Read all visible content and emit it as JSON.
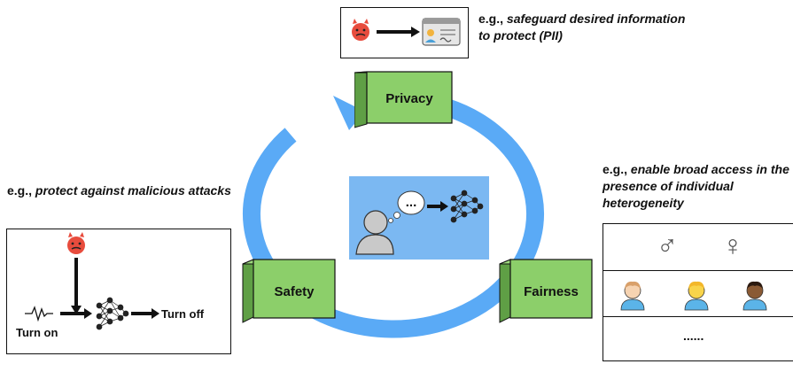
{
  "pillars": {
    "privacy": "Privacy",
    "safety": "Safety",
    "fairness": "Fairness"
  },
  "captions": {
    "privacy_prefix": "e.g., ",
    "privacy_text": "safeguard desired information to protect (PII)",
    "safety_prefix": "e.g., ",
    "safety_text": "protect against malicious attacks",
    "fairness_prefix": "e.g., ",
    "fairness_text": "enable broad access in the presence of individual heterogeneity"
  },
  "safety_panel": {
    "turn_on": "Turn on",
    "turn_off": "Turn off"
  },
  "fairness_panel": {
    "male_symbol": "♂",
    "female_symbol": "♀",
    "ellipsis": "......"
  },
  "center_panel": {
    "thought_text": "..."
  },
  "colors": {
    "ring": "#5aaaf6",
    "block_front": "#8ccf6a",
    "block_side": "#5f9f45",
    "center_bg": "#7bb8f2",
    "devil": "#e84c3d"
  },
  "icons": [
    "devil-icon",
    "id-card-icon",
    "neural-network-icon",
    "person-icon",
    "thought-bubble-icon"
  ]
}
